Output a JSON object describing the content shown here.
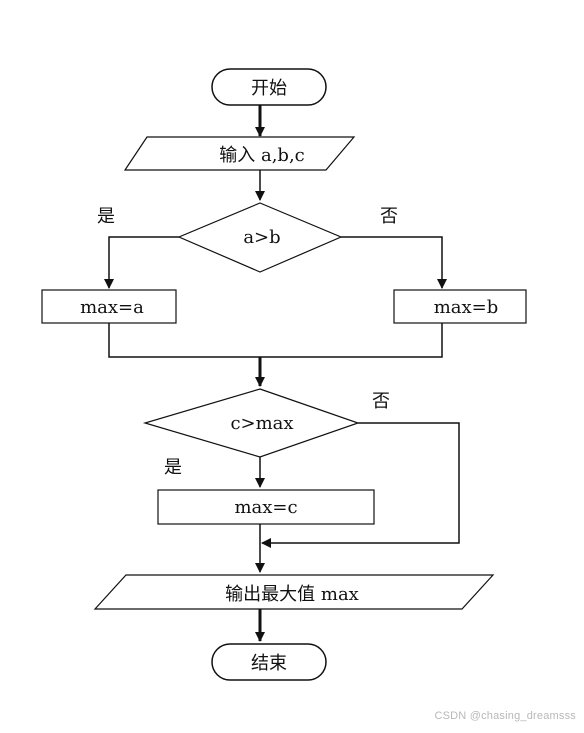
{
  "flowchart": {
    "start": "开始",
    "input": "输入 a,b,c",
    "decision_ab": "a>b",
    "label_yes_1": "是",
    "label_no_1": "否",
    "assign_a": "max=a",
    "assign_b": "max=b",
    "decision_c": "c>max",
    "label_no_2": "否",
    "label_yes_2": "是",
    "assign_c": "max=c",
    "output": "输出最大值 max",
    "end": "结束"
  },
  "watermark": "CSDN @chasing_dreamsss",
  "colors": {
    "stroke": "#111111",
    "background": "#ffffff",
    "watermark": "#b8b8b8"
  }
}
